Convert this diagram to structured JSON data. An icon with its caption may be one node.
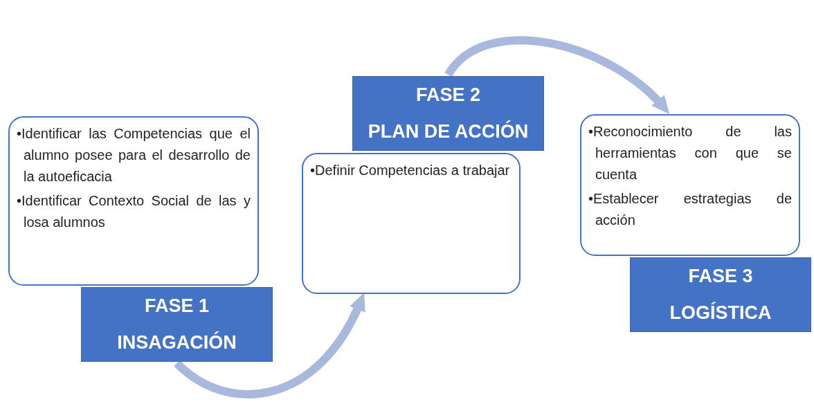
{
  "diagram": {
    "nodes": [
      {
        "text": [
          "•Identificar las Competencias que el alumno posee para el desarrollo de la autoeficacia",
          "•Identificar Contexto Social de las y losa alumnos"
        ]
      },
      {
        "text": [
          "FASE 1",
          "INSAGACIÓN"
        ]
      },
      {
        "text": [
          "•Definir Competencias a trabajar"
        ]
      },
      {
        "text": [
          "FASE 2",
          "PLAN DE ACCIÓN"
        ]
      },
      {
        "text": [
          "•Reconocimiento de las herramientas con que se cuenta",
          "•Establecer estrategias de acción"
        ]
      },
      {
        "text": [
          "FASE 3",
          "LOGÍSTICA"
        ]
      }
    ],
    "edges": [
      {
        "from": 1,
        "to": 2,
        "arrow": "to"
      },
      {
        "from": 3,
        "to": 4,
        "arrow": "to"
      }
    ]
  }
}
